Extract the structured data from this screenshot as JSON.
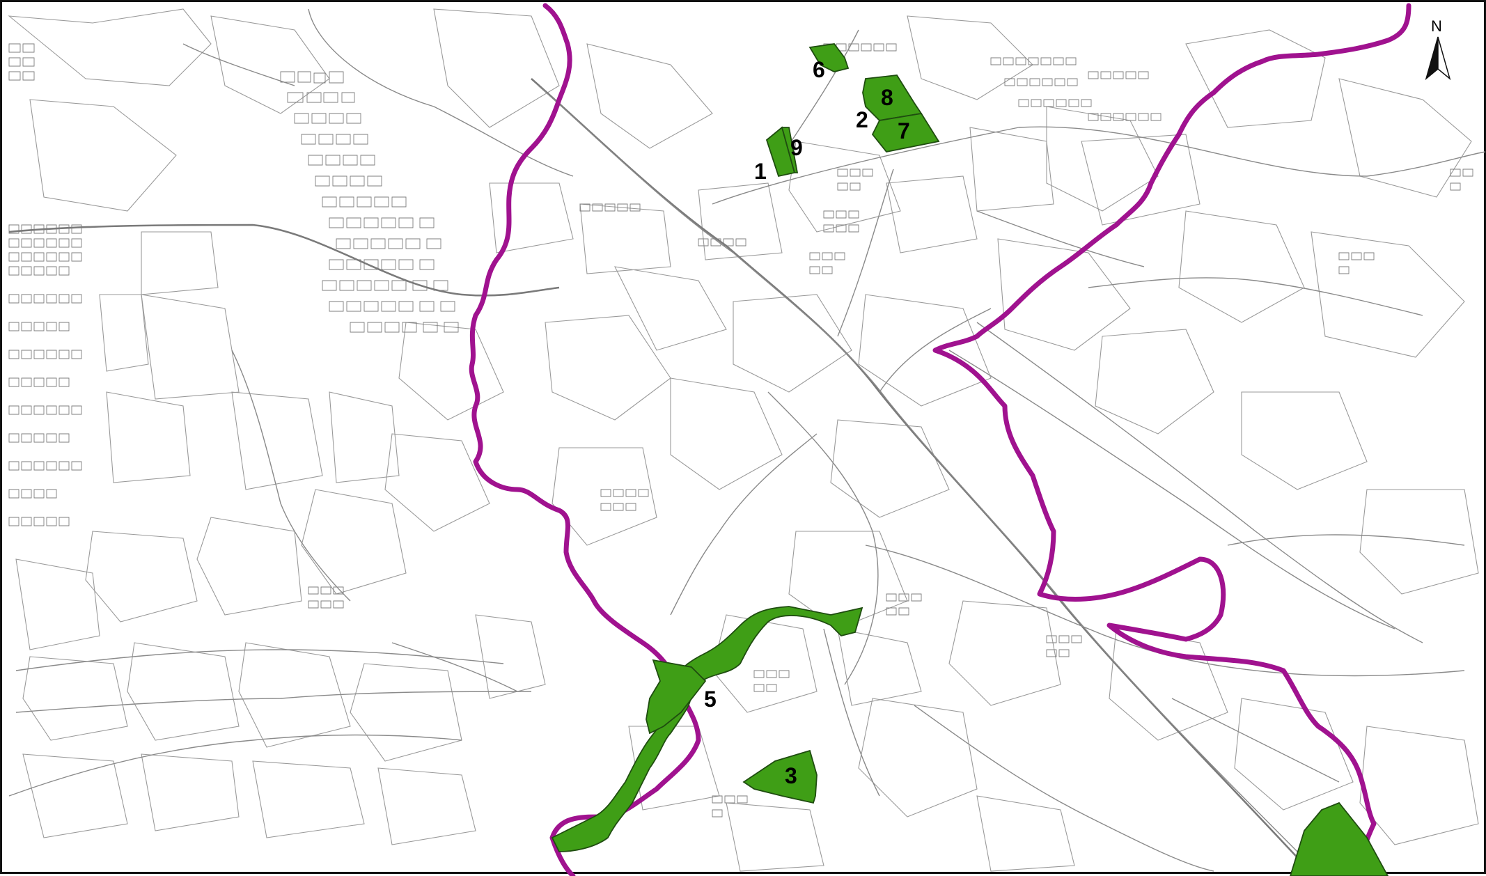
{
  "map": {
    "north_label": "N",
    "boundary_color": "#a0128f",
    "site_color": "#3f9e16",
    "sites": [
      {
        "id": "1",
        "label": "1"
      },
      {
        "id": "2",
        "label": "2"
      },
      {
        "id": "3",
        "label": "3"
      },
      {
        "id": "5",
        "label": "5"
      },
      {
        "id": "6",
        "label": "6"
      },
      {
        "id": "7",
        "label": "7"
      },
      {
        "id": "8",
        "label": "8"
      },
      {
        "id": "9",
        "label": "9"
      }
    ]
  }
}
